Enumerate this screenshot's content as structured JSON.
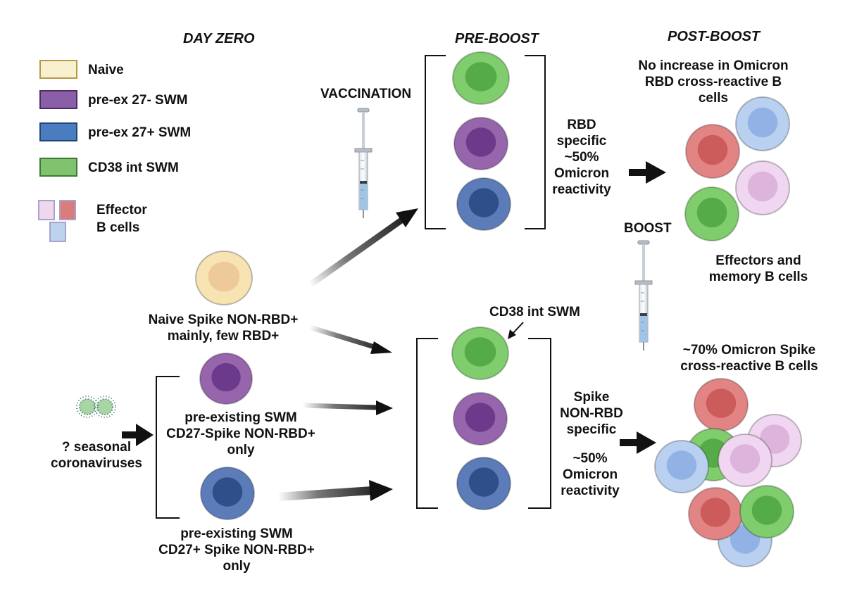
{
  "headers": {
    "day_zero": "DAY ZERO",
    "pre_boost": "PRE-BOOST",
    "post_boost": "POST-BOOST"
  },
  "legend": {
    "items": [
      {
        "label": "Naive",
        "fill": "#f8f1cf",
        "border": "#b59a4a"
      },
      {
        "label": "pre-ex 27- SWM",
        "fill": "#8b5ea8",
        "border": "#4d2b66"
      },
      {
        "label": "pre-ex 27+ SWM",
        "fill": "#4a7cc0",
        "border": "#24477a"
      },
      {
        "label": "CD38 int SWM",
        "fill": "#7fc36f",
        "border": "#3f7a34"
      }
    ],
    "effector_line1": "Effector",
    "effector_line2": "B cells",
    "effector_colors": [
      "#efd8ee",
      "#d87c7c",
      "#bcd2ee"
    ]
  },
  "colors": {
    "naive": "#f8e3b3",
    "naive_nucleus": "#eec999",
    "purple": "#9665ac",
    "purple_nucleus": "#6c3a8a",
    "blue": "#5b7cb8",
    "blue_nucleus": "#2f4f8a",
    "green": "#7fcd6c",
    "green_nucleus": "#55ab47",
    "red": "#e38484",
    "red_nucleus": "#cc5b5b",
    "lightblue": "#b9d0f0",
    "lightblue_nucleus": "#92b2e6",
    "lavender": "#f0d6f0",
    "lavender_nucleus": "#dcb4dc"
  },
  "day_zero": {
    "naive_line1": "Naive  Spike NON-RBD+",
    "naive_line2": "mainly, few RBD+",
    "swm27neg_line1": "pre-existing SWM",
    "swm27neg_line2": "CD27-Spike NON-RBD+",
    "swm27neg_line3": "only",
    "swm27pos_line1": "pre-existing SWM",
    "swm27pos_line2": "CD27+ Spike NON-RBD+",
    "swm27pos_line3": "only",
    "seasonal_line1": "? seasonal",
    "seasonal_line2": "coronaviruses"
  },
  "pre_boost": {
    "vaccination": "VACCINATION",
    "rbd_lines": [
      "RBD",
      "specific",
      "~50%",
      "Omicron",
      "reactivity"
    ],
    "cd38_label": "CD38 int SWM",
    "spike_lines": [
      "Spike",
      "NON-RBD",
      "specific"
    ],
    "omicron_lines": [
      "~50%",
      "Omicron",
      "reactivity"
    ]
  },
  "post_boost": {
    "boost": "BOOST",
    "top_line1": "No increase in Omicron",
    "top_line2": "RBD cross-reactive B",
    "top_line3": "cells",
    "effectors_line1": "Effectors and",
    "effectors_line2": "memory B cells",
    "bottom_line1": "~70% Omicron Spike",
    "bottom_line2": "cross-reactive B cells"
  }
}
